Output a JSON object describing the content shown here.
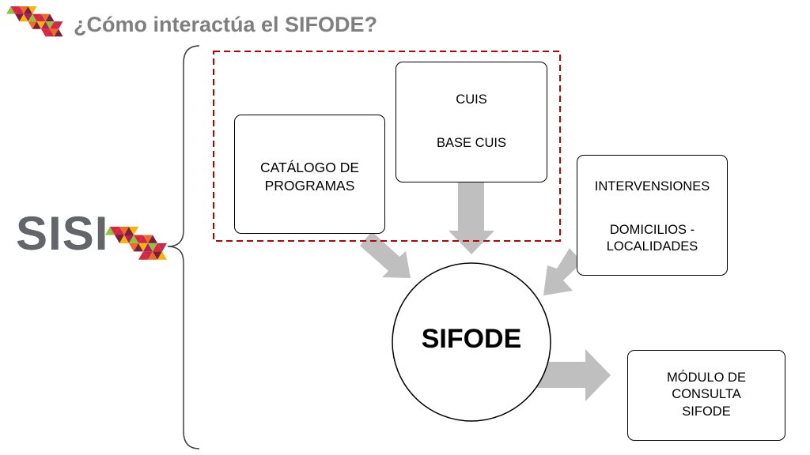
{
  "slide": {
    "title": "¿Cómo interactúa el SIFODE?",
    "brand_text": "SISI"
  },
  "diagram": {
    "boxes": {
      "catalogo": {
        "label": "CATÁLOGO DE PROGRAMAS"
      },
      "cuis": {
        "line1": "CUIS",
        "line2": "BASE CUIS"
      },
      "intervensiones": {
        "line1": "INTERVENSIONES",
        "line2": "DOMICILIOS - LOCALIDADES"
      },
      "modulo": {
        "label": "MÓDULO DE CONSULTA SIFODE"
      }
    },
    "center": {
      "label": "SIFODE"
    }
  },
  "colors": {
    "title": "#7f7f7f",
    "brand": "#63656a",
    "arrow": "#bfbfbf",
    "dashed_frame": "#c00000",
    "logo_palette": [
      "#8cc63f",
      "#f7b500",
      "#f26b21",
      "#e2233d",
      "#b11f5a",
      "#7a1f3d",
      "#c82a4e"
    ]
  }
}
